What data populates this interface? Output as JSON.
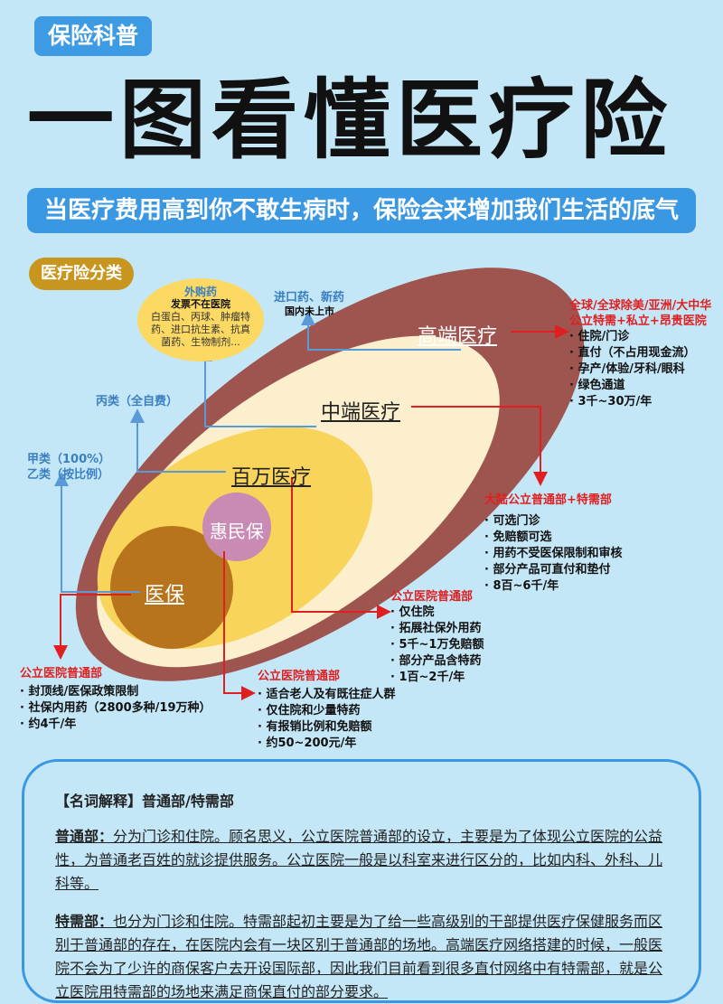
{
  "badge": "保险科普",
  "title": "一图看懂医疗险",
  "subtitle": "当医疗费用高到你不敢生病时，保险会来增加我们生活的底气",
  "category_tag": "医疗险分类",
  "colors": {
    "background": "#c4e7f8",
    "high_end": "#9e5550",
    "mid_end": "#fbefcd",
    "million": "#f9d45a",
    "huiminbao": "#c98ab3",
    "yibao": "#b7741d",
    "accent_red": "#e02020",
    "accent_blue": "#3a97e2"
  },
  "tiers": {
    "high": "高端医疗",
    "mid": "中端医疗",
    "million": "百万医疗",
    "huimin": "惠民保",
    "yibao": "医保"
  },
  "drugs": {
    "external": {
      "title": "外购药",
      "subtitle": "发票不在医院",
      "text": "白蛋白、丙球、肿瘤特药、进口抗生素、抗真菌药、生物制剂..."
    },
    "imported": {
      "title": "进口药、新药",
      "subtitle": "国内未上市"
    },
    "class_c": "丙类（全自费）",
    "class_a": "甲类（100%）",
    "class_b": "乙类（按比例）"
  },
  "high": {
    "header1": "全球/全球除美/亚洲/大中华",
    "header2": "公立特需+私立+昂贵医院",
    "items": [
      "住院/门诊",
      "直付（不占用现金流）",
      "孕产/体验/牙科/眼科",
      "绿色通道",
      "3千~30万/年"
    ]
  },
  "mid": {
    "header": "大陆公立普通部+特需部",
    "items": [
      "可选门诊",
      "免赔额可选",
      "用药不受医保限制和审核",
      "部分产品可直付和垫付",
      "8百~6千/年"
    ]
  },
  "million": {
    "header": "公立医院普通部",
    "items": [
      "仅住院",
      "拓展社保外用药",
      "5千~1万免赔额",
      "部分产品含特药",
      "1百~2千/年"
    ]
  },
  "huimin": {
    "header": "公立医院普通部",
    "items": [
      "适合老人及有既往症人群",
      "仅住院和少量特药",
      "有报销比例和免赔额",
      "约50~200元/年"
    ]
  },
  "yibao": {
    "header": "公立医院普通部",
    "items": [
      "封顶线/医保政策限制",
      "社保内用药（2800多种/19万种）",
      "约4千/年"
    ]
  },
  "glossary": {
    "heading": "【名词解释】普通部/特需部",
    "p1_term": "普通部：",
    "p1_text": "分为门诊和住院。顾名思义，公立医院普通部的设立，主要是为了体现公立医院的公益性，为普通老百姓的就诊提供服务。公立医院一般是以科室来进行区分的，比如内科、外科、儿科等。",
    "p2_term": "特需部：",
    "p2_text": "也分为门诊和住院。特需部起初主要是为了给一些高级别的干部提供医疗保健服务而区别于普通部的存在，在医院内会有一块区别于普通部的场地。高端医疗网络搭建的时候，一般医院不会为了少许的商保客户去开设国际部，因此我们目前看到很多直付网络中有特需部，就是公立医院用特需部的场地来满足商保直付的部分要求。"
  }
}
